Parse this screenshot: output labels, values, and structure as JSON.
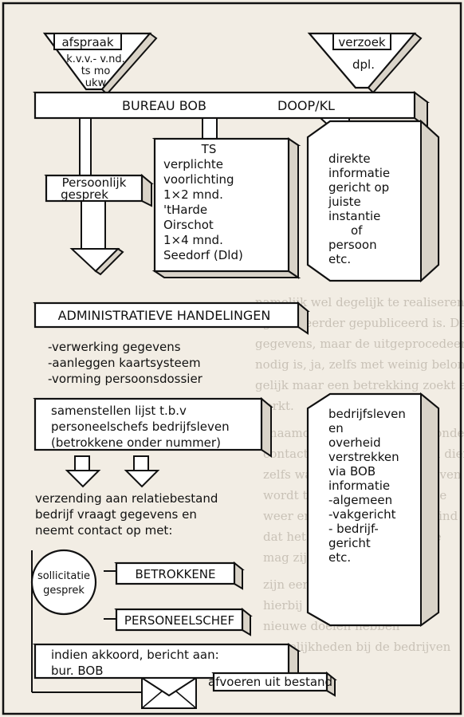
{
  "background_text": [
    "namelijk wel degelijk te realiseren dat, voor zulke",
    "ngen te eerder gepubliceerd is. De registratie van de",
    "gegevens, maar de uitgeprocedeerde persoon een",
    "nodig is, ja, zelfs met weinig beloning. Ook die",
    "gelijk maar een betrekking zoekt als militair",
    "werkt.",
    "Zogenaamd kleine lijst is toegezonden aan de overige",
    "contact van anderen, die hun dienst",
    "zelfs waaronder de bedrijfsleven zich",
    "wordt tot de verzending bij de",
    "weer en omdat niet minder vind",
    "dat het bevoegde deel van de",
    "mag zijn.",
    "zijn een bureau dat zich zelf",
    "hierbij de DOOP/KL en",
    "nieuwe doelen hebben",
    "mogelijkheden bij de bedrijven"
  ],
  "diagram": {
    "afspraak": {
      "title": "afspraak",
      "line1": "k.v.v.- v.nd.",
      "line2": "ts mo",
      "line3": "ukw"
    },
    "verzoek": {
      "title": "verzoek",
      "line1": "dpl."
    },
    "bureau": {
      "label": "BUREAU  BOB",
      "label2": "DOOP/KL"
    },
    "persoonlijk": {
      "line1": "Persoonlijk",
      "line2": "gesprek"
    },
    "ts": {
      "lines": [
        "TS",
        "verplichte",
        "voorlichting",
        "1×2 mnd.",
        "'tHarde",
        "Oirschot",
        "1×4 mnd.",
        "Seedorf (Dld)"
      ]
    },
    "direkte": {
      "lines": [
        "direkte",
        "informatie",
        "gericht op",
        "juiste",
        "instantie",
        "of",
        "persoon",
        "etc."
      ]
    },
    "admin": {
      "label": "ADMINISTRATIEVE  HANDELINGEN"
    },
    "admin_items": [
      "-verwerking gegevens",
      "-aanleggen  kaartsysteem",
      "-vorming  persoonsdossier"
    ],
    "samenstellen": {
      "lines": [
        "samenstellen  lijst  t.b.v",
        "personeelschefs bedrijfsleven",
        "(betrokkene onder nummer)"
      ]
    },
    "bedrijfsleven": {
      "lines": [
        "bedrijfsleven",
        "en",
        "overheid",
        "verstrekken",
        "via  BOB",
        "informatie",
        "-algemeen",
        "-vakgericht",
        "- bedrijf-",
        "  gericht",
        "etc."
      ]
    },
    "verzending": {
      "lines": [
        "verzending  aan  relatiebestand",
        "bedrijf vraagt gegevens en",
        "neemt contact op met:"
      ]
    },
    "sollicitatie": {
      "line1": "sollicitatie",
      "line2": "gesprek"
    },
    "betrokkene": {
      "label": "BETROKKENE"
    },
    "personeelschef": {
      "label": "PERSONEELSCHEF"
    },
    "akkoord": {
      "line1": "indien  akkoord,  bericht  aan:",
      "line2": "bur.  BOB"
    },
    "afvoeren": {
      "label": "afvoeren  uit  bestand"
    }
  }
}
